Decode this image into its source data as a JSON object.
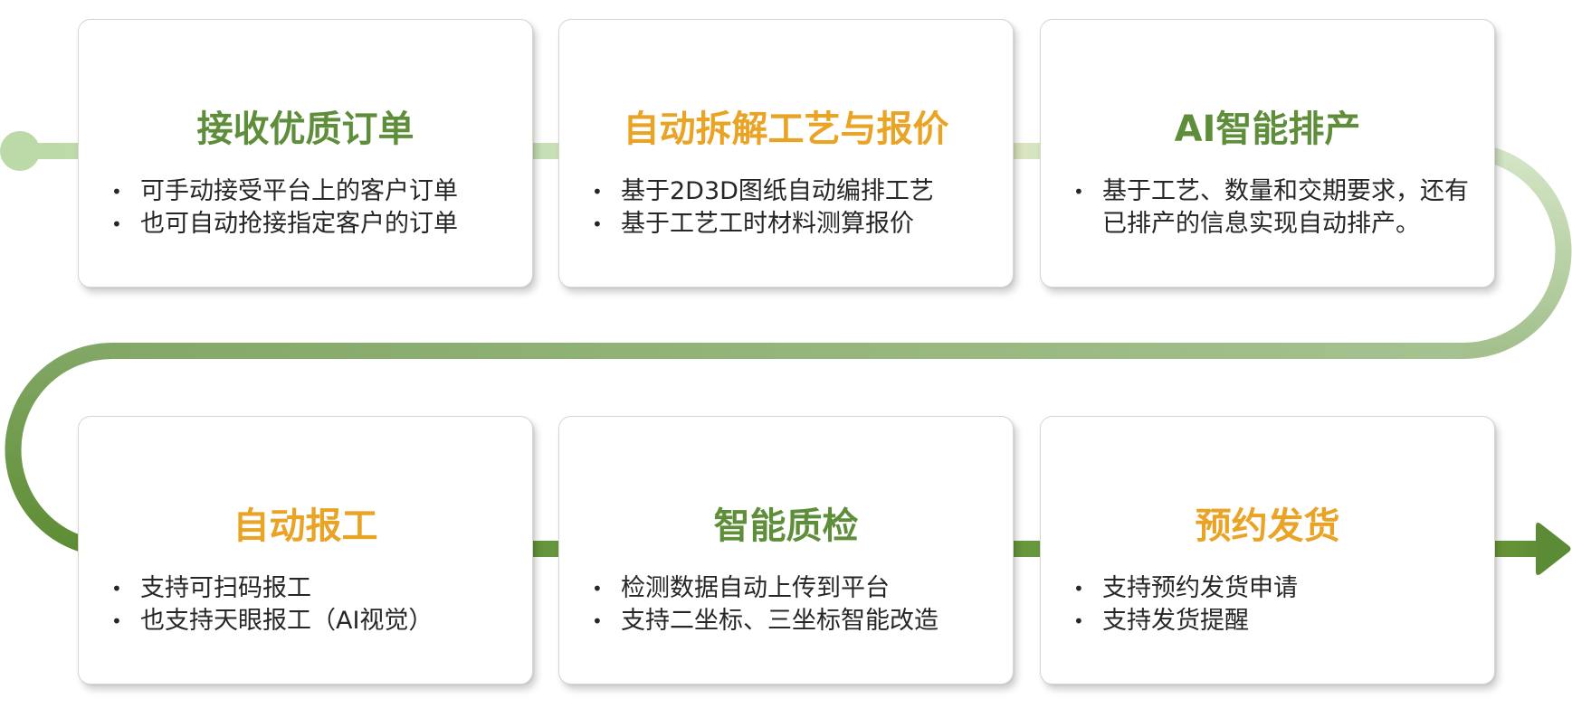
{
  "colors": {
    "green_title": "#5e8e3a",
    "orange_title": "#e9a325",
    "body_text": "#262626",
    "connector_light": "#c3dcb0",
    "connector_mid": "#9cbd84",
    "connector_dark": "#62923a",
    "arrow": "#5b8c35"
  },
  "flow": {
    "start_marker": "start-circle",
    "end_marker": "arrow-right"
  },
  "steps": [
    {
      "title": "接收优质订单",
      "title_color": "green",
      "bullets": [
        "可手动接受平台上的客户订单",
        "也可自动抢接指定客户的订单"
      ]
    },
    {
      "title": "自动拆解工艺与报价",
      "title_color": "orange",
      "bullets": [
        "基于2D3D图纸自动编排工艺",
        "基于工艺工时材料测算报价"
      ]
    },
    {
      "title": "AI智能排产",
      "title_color": "green",
      "bullets": [
        "基于工艺、数量和交期要求，还有已排产的信息实现自动排产。"
      ]
    },
    {
      "title": "自动报工",
      "title_color": "orange",
      "bullets": [
        "支持可扫码报工",
        "也支持天眼报工（AI视觉）"
      ]
    },
    {
      "title": "智能质检",
      "title_color": "green",
      "bullets": [
        "检测数据自动上传到平台",
        "支持二坐标、三坐标智能改造"
      ]
    },
    {
      "title": "预约发货",
      "title_color": "orange",
      "bullets": [
        "支持预约发货申请",
        "支持发货提醒"
      ]
    }
  ],
  "bullet_glyph": "•"
}
